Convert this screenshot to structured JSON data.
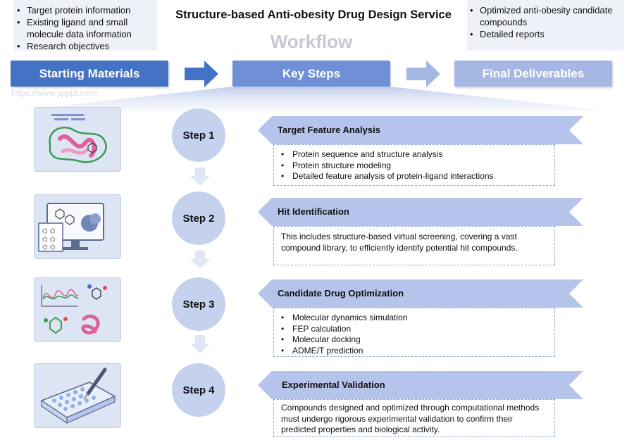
{
  "title": "Structure-based Anti-obesity Drug Design Service",
  "workflow_label": "Workflow",
  "watermark": "https://www.ypppt.com/",
  "inputs": [
    "Target protein information",
    "Existing ligand and small molecule data information",
    "Research objectives"
  ],
  "deliverables": [
    "Optimized anti-obesity candidate compounds",
    "Detailed reports"
  ],
  "phases": {
    "start": "Starting Materials",
    "key": "Key Steps",
    "final": "Final Deliverables"
  },
  "steps": [
    {
      "label": "Step 1",
      "title": "Target Feature Analysis",
      "bullets": [
        "Protein sequence and structure analysis",
        "Protein structure modeling",
        "Detailed feature analysis of protein-ligand interactions"
      ],
      "image_icon": "protein-ribbon-icon"
    },
    {
      "label": "Step 2",
      "title": "Hit Identification",
      "text": "This includes structure-based virtual screening, covering a vast compound library, to efficiently identify potential hit compounds.",
      "image_icon": "virtual-screening-monitor-icon"
    },
    {
      "label": "Step 3",
      "title": "Candidate Drug Optimization",
      "bullets": [
        "Molecular dynamics simulation",
        "FEP calculation",
        "Molecular docking",
        "ADME/T prediction"
      ],
      "image_icon": "molecule-optimization-icon"
    },
    {
      "label": "Step 4",
      "title": "Experimental Validation",
      "text": "Compounds designed and optimized through computational methods must undergo rigorous experimental validation to confirm their predicted properties and biological activity.",
      "image_icon": "well-plate-pipette-icon"
    }
  ],
  "colors": {
    "primary": "#4472c4",
    "secondary": "#6f8fd6",
    "tertiary": "#a7b7e3",
    "circle": "#c5d2ee",
    "banner": "#b4c4ea",
    "panel": "#eef1f8"
  }
}
